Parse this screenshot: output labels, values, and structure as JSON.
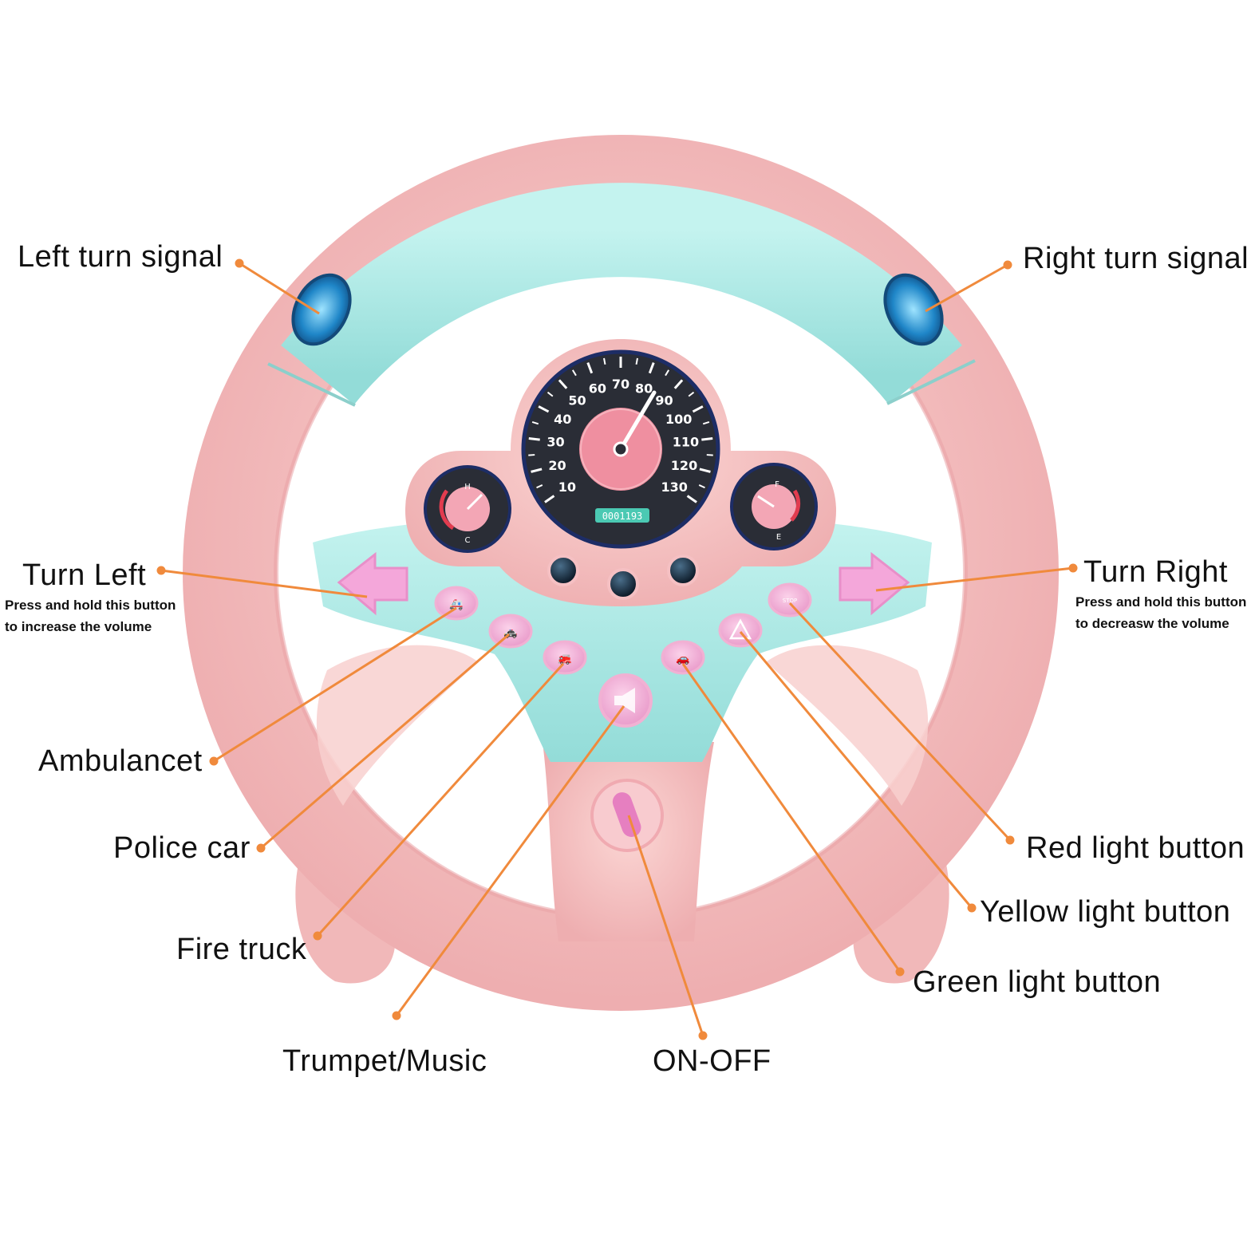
{
  "colors": {
    "wheel_pink": "#f7c4c4",
    "wheel_pink_dark": "#eba8ac",
    "wheel_aqua": "#a8e8e4",
    "leader_line": "#f08a3c",
    "gauge_face": "#2a2d36",
    "button_pink": "#f3b2d6"
  },
  "labels": {
    "left_turn_signal": "Left turn signal",
    "right_turn_signal": "Right turn signal",
    "turn_left": "Turn Left",
    "turn_left_note_1": "Press and hold this button",
    "turn_left_note_2": "to increase the volume",
    "turn_right": "Turn Right",
    "turn_right_note_1": "Press and hold this button",
    "turn_right_note_2": "to  decreasw the volume",
    "ambulance": "Ambulancet",
    "police_car": "Police car",
    "fire_truck": "Fire truck",
    "trumpet_music": "Trumpet/Music",
    "on_off": "ON-OFF",
    "red_light": "Red light button",
    "yellow_light": "Yellow light button",
    "green_light": "Green light button"
  },
  "speedometer": {
    "numbers": [
      "10",
      "20",
      "30",
      "40",
      "50",
      "60",
      "70",
      "80",
      "90",
      "100",
      "110",
      "120",
      "130"
    ],
    "odometer": "0001193"
  },
  "temp_gauge": {
    "high": "H",
    "low": "C"
  },
  "fuel_gauge": {
    "full": "F",
    "empty": "E"
  },
  "stop_button_text": "STOP",
  "icons": {
    "left_signal": "blue-signal-lamp-icon",
    "right_signal": "blue-signal-lamp-icon",
    "turn_left": "pink-arrow-left-icon",
    "turn_right": "pink-arrow-right-icon",
    "ambulance": "ambulance-icon",
    "police": "police-car-icon",
    "fire_truck": "fire-truck-icon",
    "horn": "horn-icon",
    "green_light": "car-icon",
    "yellow_light": "warning-triangle-icon",
    "red_light": "stop-sign-icon",
    "power": "power-switch-icon"
  }
}
